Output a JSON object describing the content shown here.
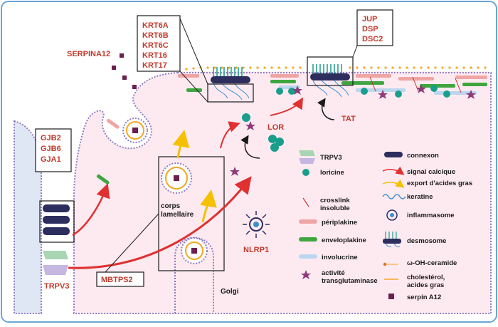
{
  "labels": {
    "serpina12": "SERPINA12",
    "tat": "TAT",
    "lor": "LOR",
    "nlrp1": "NLRP1",
    "mbtps2": "MBTPS2",
    "trpv3": "TRPV3",
    "golgi": "Golgi",
    "lamellar_line1": "corps",
    "lamellar_line2": "lamellaire"
  },
  "gene_boxes": {
    "keratins": [
      "KRT6A",
      "KRT6B",
      "KRT6C",
      "KRT16",
      "KRT17"
    ],
    "desmosome_genes": [
      "JUP",
      "DSP",
      "DSC2"
    ],
    "connexin_genes": [
      "GJB2",
      "GJB6",
      "GJA1"
    ]
  },
  "legend": {
    "trpv3": "TRPV3",
    "connexon": "connexon",
    "loricrine": "loricine",
    "signal_calcique": "signal calcique",
    "export_line1": "export d'acides gras",
    "crosslink_line1": "crosslink",
    "crosslink_line2": "insoluble",
    "keratine": "keratine",
    "periplakine": "périplakine",
    "inflammasome": "inflammasome",
    "enveloplakine": "enveloplakine",
    "desmosome": "desmosome",
    "involucrine": "involucrine",
    "ceramide": "ω-OH-ceramide",
    "transglut_line1": "activité",
    "transglut_line2": "transglutaminase",
    "chol_line1": "cholestérol,",
    "chol_line2": "acides gras",
    "serpin": "serpin A12"
  },
  "colors": {
    "cell_fill": "#fdeaf0",
    "cell_border": "#8e7cc3",
    "gene_red": "#c0392b",
    "connexon": "#2d2e5e",
    "loricrine": "#1a9e8c",
    "transglut": "#8e3a7a",
    "periplakine": "#f0a5a5",
    "enveloplakine": "#3fa63f",
    "involucrine": "#bcd6f0",
    "calcium_signal": "#e03030",
    "fatty_acid_export": "#f5c000",
    "serpin": "#6b1f4f"
  }
}
